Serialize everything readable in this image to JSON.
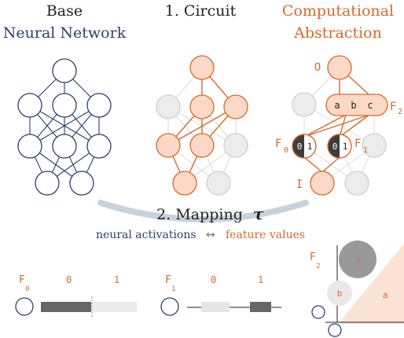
{
  "headers": {
    "base": "Base",
    "neural_network": "Neural Network",
    "circuit": "1. Circuit",
    "computational": "Computational",
    "abstraction": "Abstraction"
  },
  "mapping": {
    "title": "2. Mapping",
    "tau": "τ",
    "left_phrase": "neural activations",
    "arrow": "↔",
    "right_phrase": "feature values"
  },
  "abstraction_labels": {
    "output": "O",
    "input": "I",
    "f2": "F",
    "f2_sub": "2",
    "f0": "F",
    "f0_sub": "0",
    "f1": "F",
    "f1_sub": "1",
    "f2_values": [
      "a",
      "b",
      "c"
    ],
    "f0_values": [
      "0",
      "1"
    ],
    "f1_values": [
      "0",
      "1"
    ]
  },
  "bottom_panels": {
    "panel0": {
      "feature": "F",
      "sub": "0",
      "val0": "0",
      "val1": "1"
    },
    "panel1": {
      "feature": "F",
      "sub": "1",
      "val0": "0",
      "val1": "1"
    },
    "panel2": {
      "feature": "F",
      "sub": "2",
      "regions": [
        "c",
        "b",
        "a"
      ]
    }
  },
  "colors": {
    "navy": "#2e3f6b",
    "orange": "#d9692a",
    "orange_fill": "#fbd9c6",
    "gray_node": "#ececec",
    "gray_stroke": "#c9c9c9",
    "arc": "#c8d2dd",
    "dark": "#3d3d3d"
  }
}
